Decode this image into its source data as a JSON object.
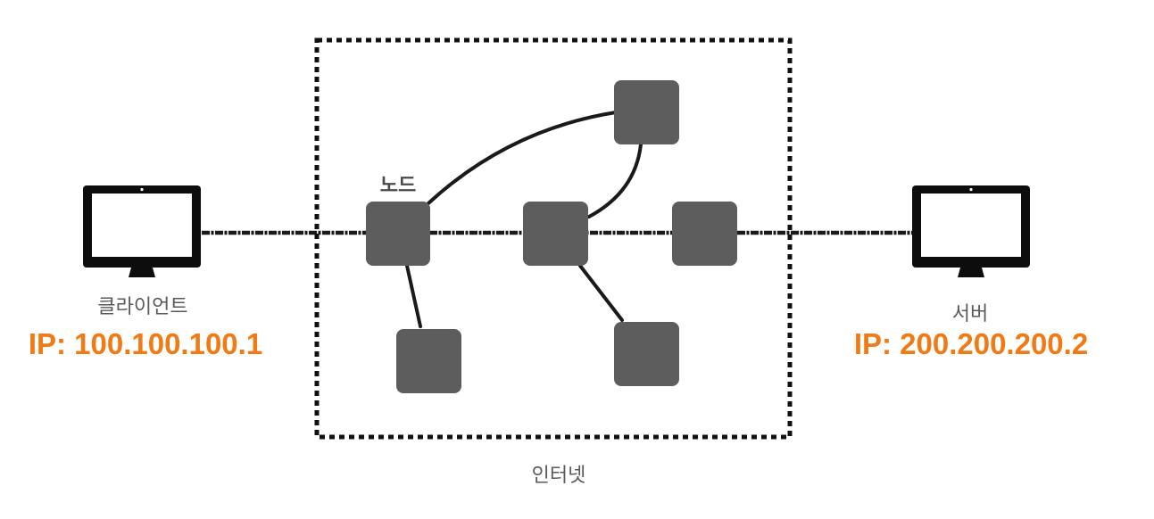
{
  "client": {
    "name": "클라이언트",
    "ip": "IP: 100.100.100.1",
    "icon": "monitor-icon"
  },
  "server": {
    "name": "서버",
    "ip": "IP: 200.200.200.2",
    "icon": "monitor-icon"
  },
  "internet": {
    "label": "인터넷",
    "node_label": "노드"
  },
  "colors": {
    "ip_text": "#f07b16",
    "node": "#5d5d5d",
    "lines": "#1a1a1a"
  }
}
